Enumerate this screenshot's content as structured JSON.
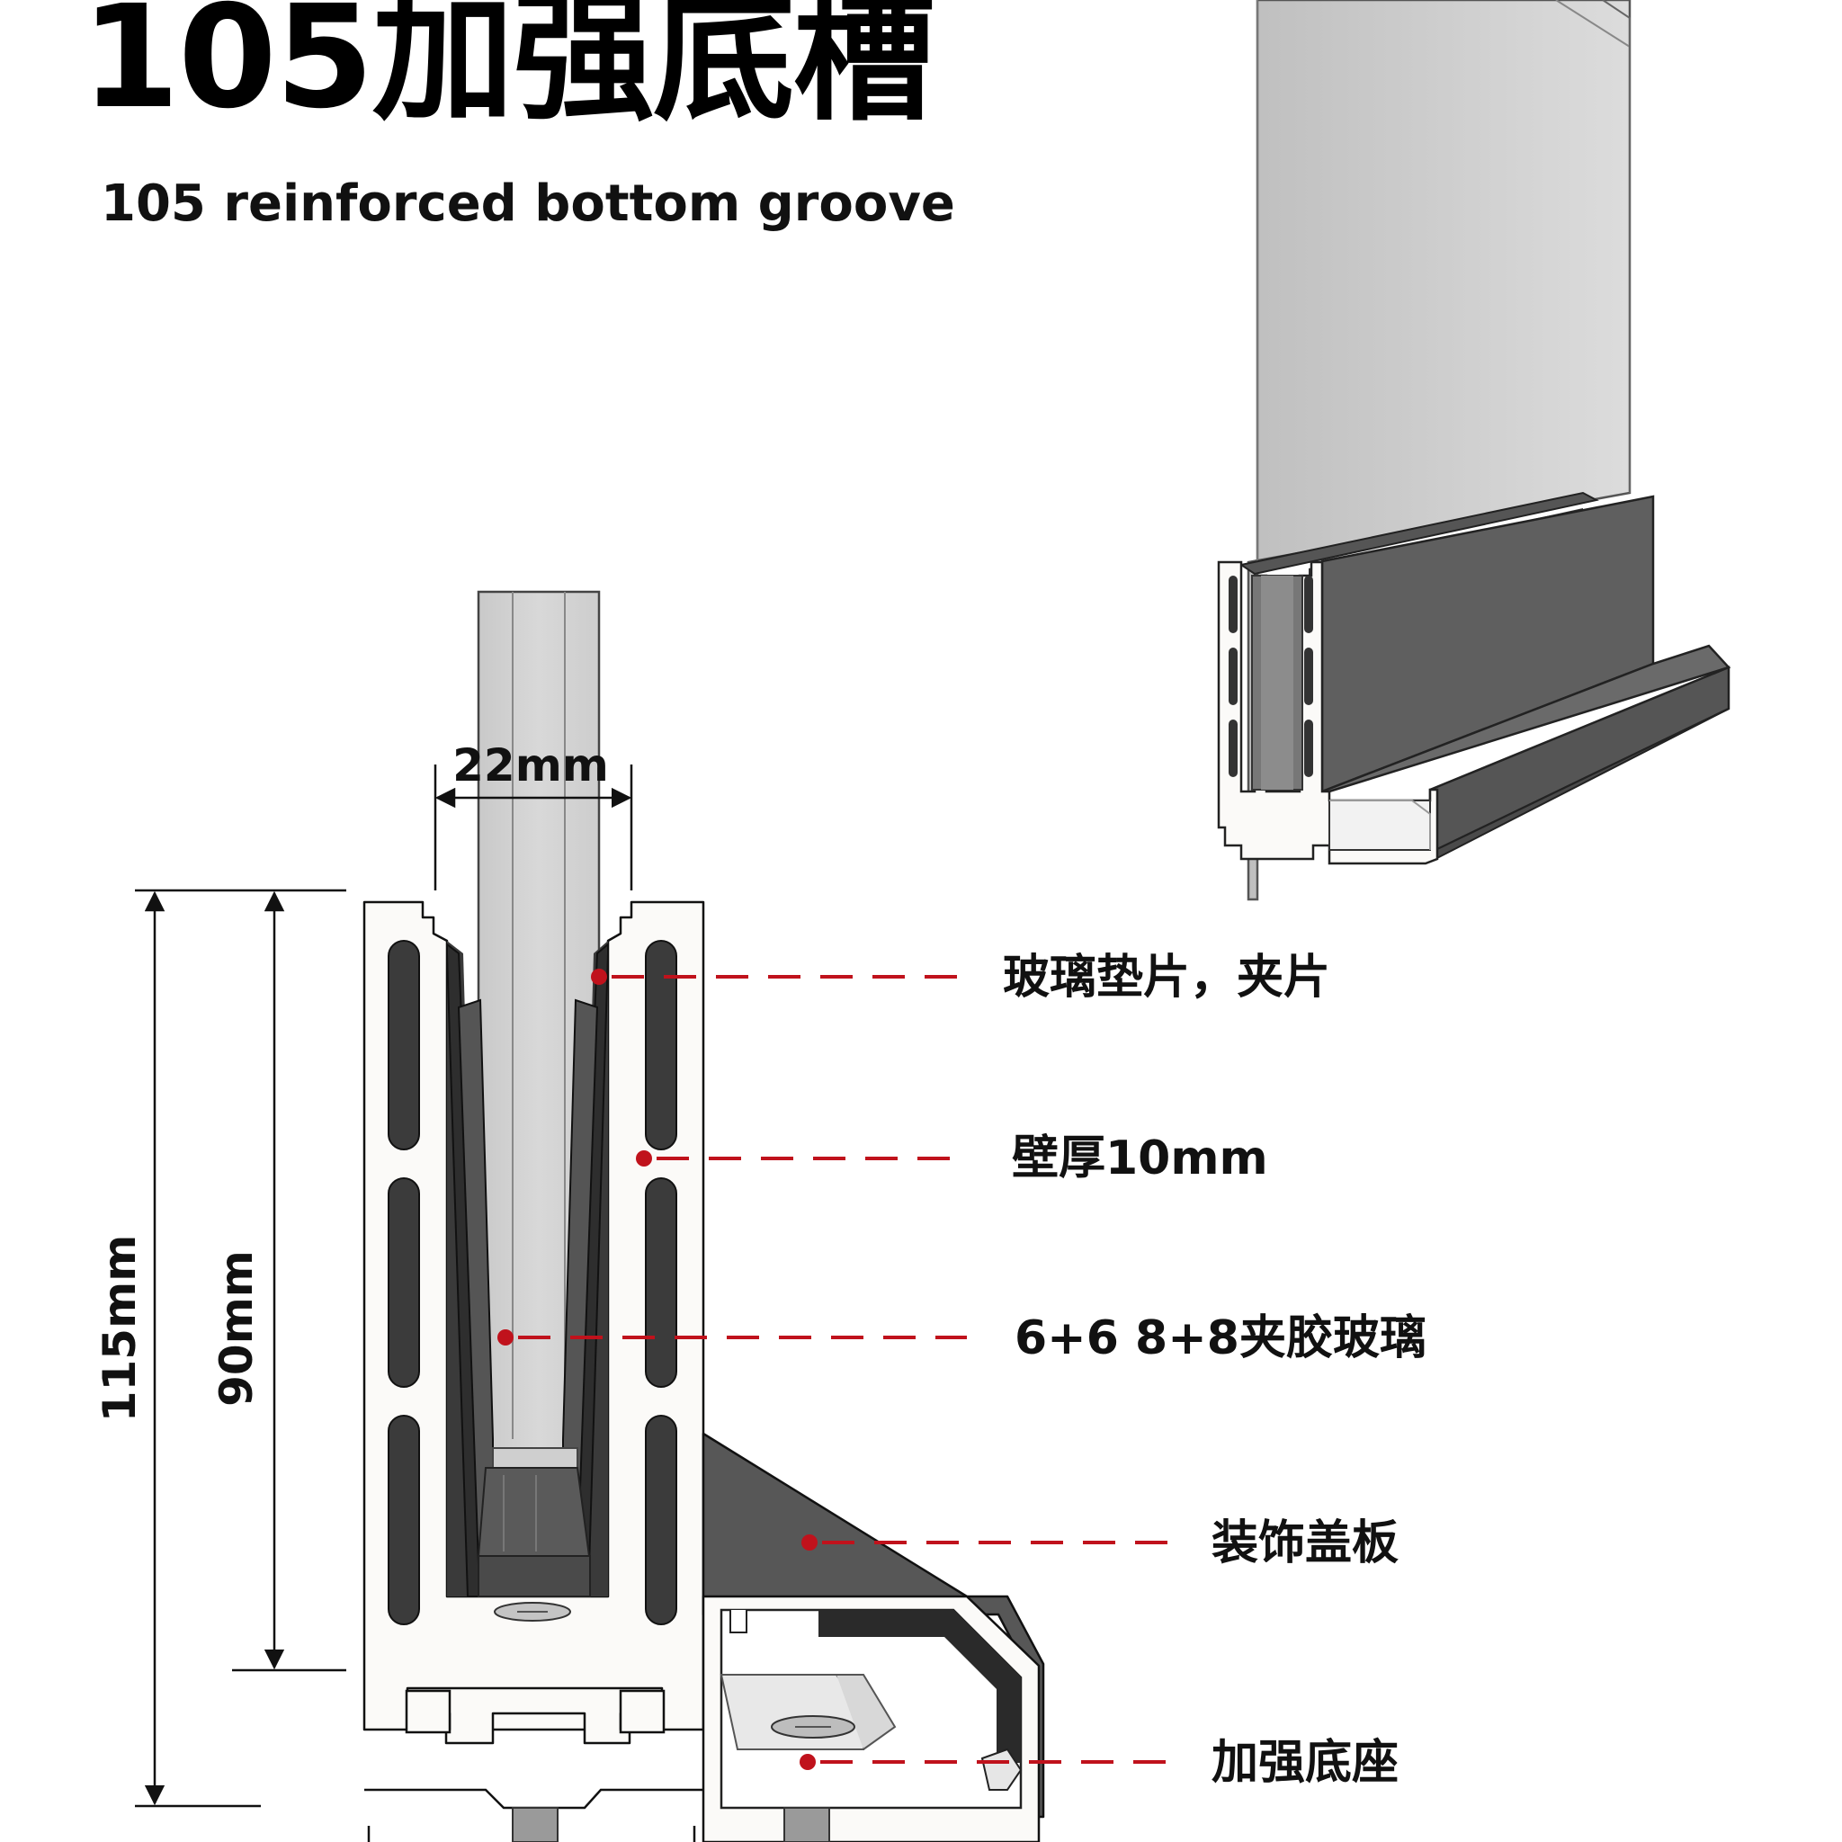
{
  "title": "105加强底槽",
  "subtitle": "105 reinforced bottom groove",
  "dimensions": {
    "width": "22mm",
    "height_total": "115mm",
    "height_groove": "90mm"
  },
  "labels": {
    "gasket": "玻璃垫片，夹片",
    "wall": "壁厚10mm",
    "glass": "6+6 8+8夹胶玻璃",
    "cover": "装饰盖板",
    "base": "加强底座"
  },
  "colors": {
    "leader": "#c0121c",
    "profile_dark": "#3a3a3a",
    "profile_white": "#fbfaf8",
    "glass": "#cfcfcf"
  }
}
